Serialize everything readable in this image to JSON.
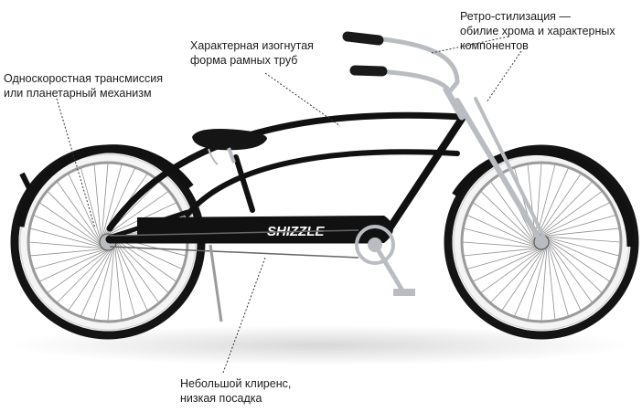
{
  "annotations": {
    "frame": {
      "lines": [
        "Характерная изогнутая",
        "форма рамных труб"
      ]
    },
    "retro": {
      "lines": [
        "Ретро-стилизация —",
        "обилие хрома и характерных",
        "компонентов"
      ]
    },
    "transmission": {
      "lines": [
        "Односкоростная трансмиссия",
        "или планетарный механизм"
      ]
    },
    "clearance": {
      "lines": [
        "Небольшой клиренс,",
        "низкая посадка"
      ]
    }
  },
  "bike": {
    "brand_decal": "SHIZZLE",
    "frame_color": "#111111",
    "chrome_color": "#b9bdc2",
    "tire_wall_color": "#f4f4f4",
    "tire_color": "#141414"
  }
}
